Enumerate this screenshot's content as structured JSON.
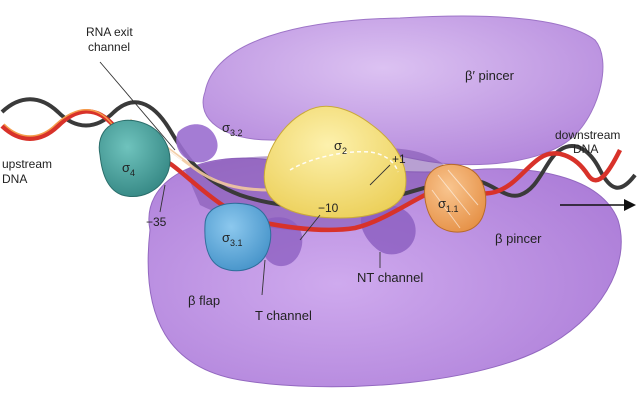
{
  "labels": {
    "rna_exit_channel": [
      "RNA exit",
      "channel"
    ],
    "beta_prime_pincer": "β′ pincer",
    "downstream_dna": [
      "downstream",
      "DNA"
    ],
    "upstream_dna": [
      "upstream",
      "DNA"
    ],
    "sigma_32": {
      "base": "σ",
      "sub": "3.2"
    },
    "sigma_2": {
      "base": "σ",
      "sub": "2"
    },
    "sigma_4": {
      "base": "σ",
      "sub": "4"
    },
    "sigma_31": {
      "base": "σ",
      "sub": "3.1"
    },
    "sigma_11": {
      "base": "σ",
      "sub": "1.1"
    },
    "plus_one": "+1",
    "minus_ten": "−10",
    "minus_35": "−35",
    "nt_channel": "NT channel",
    "beta_pincer": "β pincer",
    "beta_flap": "β flap",
    "t_channel": "T channel"
  },
  "colors": {
    "beta_prime_body": "#c7a0e8",
    "beta_body": "#b98de0",
    "sigma_2": "#f7e27a",
    "sigma_4": "#3f9a96",
    "sigma_31": "#5aa7d8",
    "sigma_11": "#f2a25a",
    "template_strand": "#d8322a",
    "nontemplate_strand": "#3a3a3a",
    "rna": "#f2c9a0"
  }
}
